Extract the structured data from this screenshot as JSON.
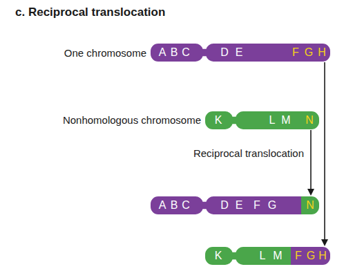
{
  "diagram": {
    "title": "c. Reciprocal translocation",
    "nodes": [
      {
        "text": [
          "A",
          "B",
          "C",
          "D",
          "E",
          "F",
          "G",
          "H"
        ]
      },
      {
        "text": [
          "K",
          "L",
          "M",
          "N"
        ]
      },
      {
        "text": [
          "A",
          "B",
          "C",
          "D",
          "E",
          "F",
          "G",
          "N"
        ]
      },
      {
        "text": [
          "K",
          "L",
          "M",
          "F",
          "G",
          "H"
        ]
      }
    ],
    "edges": [
      {
        "from": 1,
        "to": 2,
        "arrow": "to",
        "label": "Reciprocal translocation"
      },
      {
        "from": 0,
        "to": 3,
        "arrow": "to"
      }
    ],
    "labels": [
      "One chromosome",
      "Nonhomologous chromosome"
    ]
  }
}
